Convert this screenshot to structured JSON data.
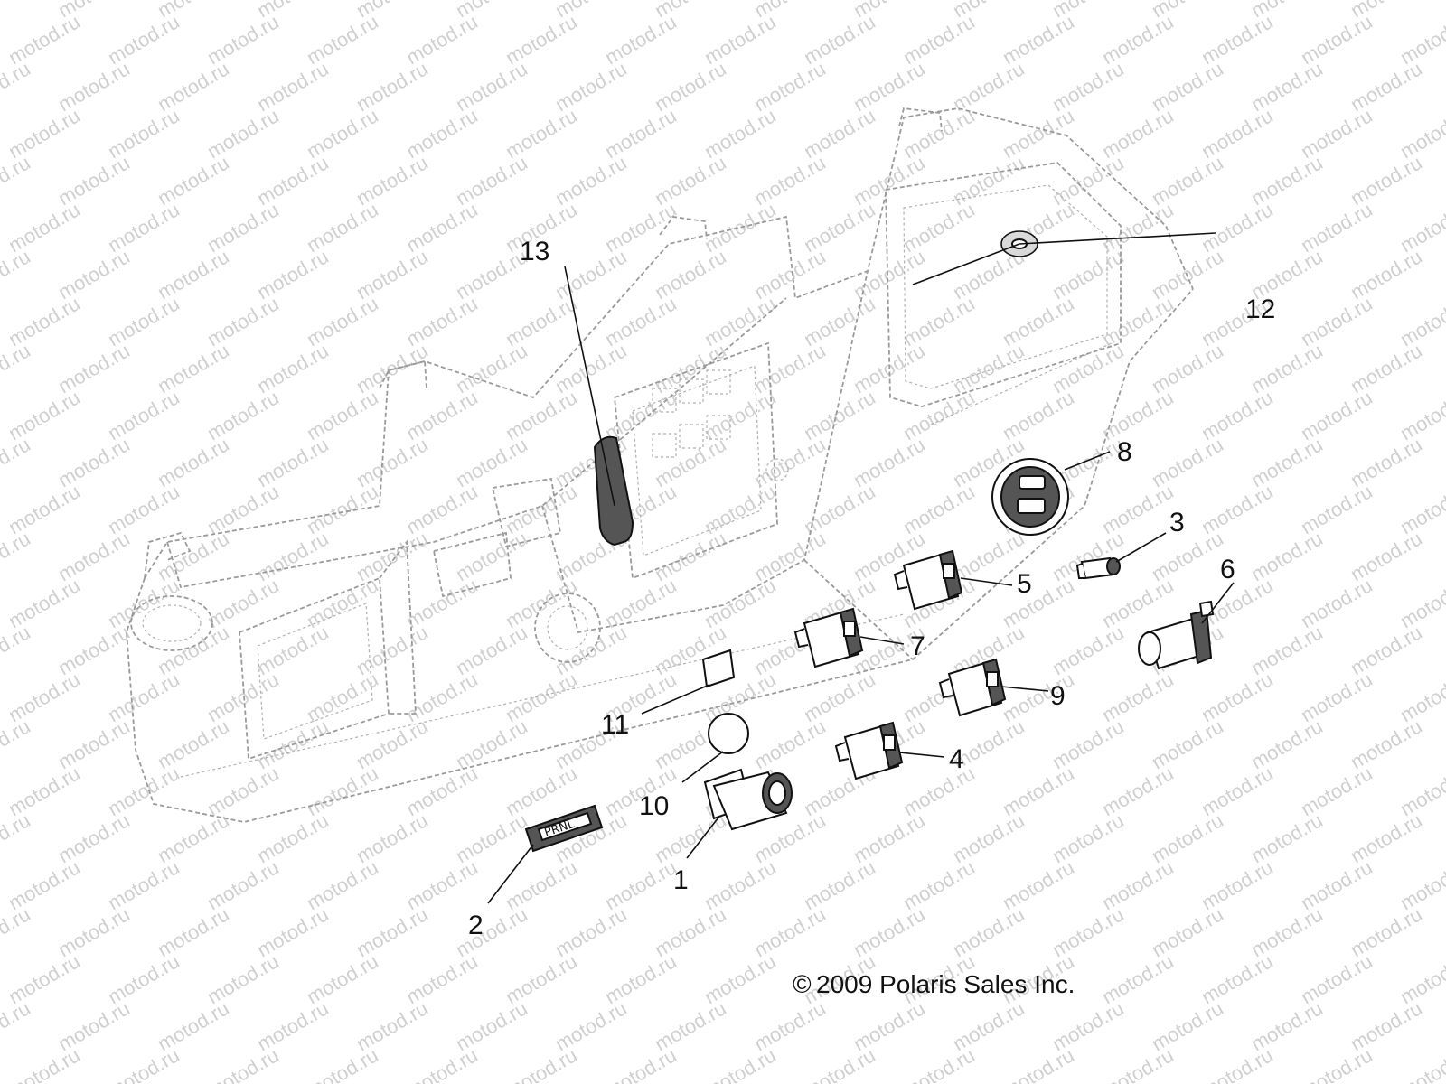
{
  "watermark": {
    "text": "motod.ru"
  },
  "callouts": [
    {
      "id": "1",
      "label": "1"
    },
    {
      "id": "2",
      "label": "2"
    },
    {
      "id": "3",
      "label": "3"
    },
    {
      "id": "4",
      "label": "4"
    },
    {
      "id": "5",
      "label": "5"
    },
    {
      "id": "6",
      "label": "6"
    },
    {
      "id": "7",
      "label": "7"
    },
    {
      "id": "8",
      "label": "8"
    },
    {
      "id": "9",
      "label": "9"
    },
    {
      "id": "10",
      "label": "10"
    },
    {
      "id": "11",
      "label": "11"
    },
    {
      "id": "12",
      "label": "12"
    },
    {
      "id": "13",
      "label": "13"
    }
  ],
  "gear_indicator_text": "PRNL",
  "copyright": {
    "symbol": "©",
    "text": "2009 Polaris Sales Inc."
  }
}
